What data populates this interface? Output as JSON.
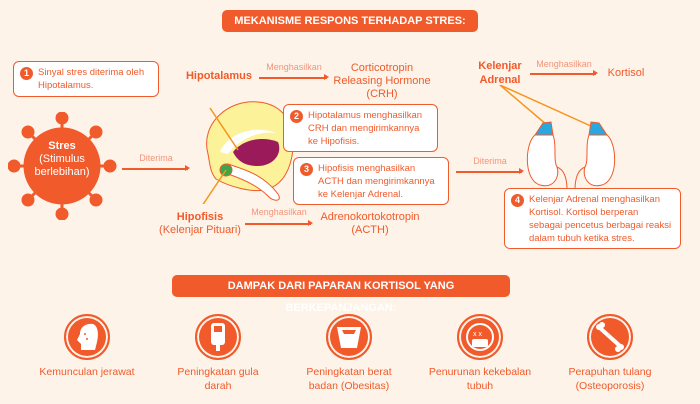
{
  "title": "MEKANISME RESPONS TERHADAP STRES:",
  "steps": [
    {
      "num": "1",
      "text": "Sinyal stres diterima oleh Hipotalamus."
    },
    {
      "num": "2",
      "text": "Hipotalamus menghasilkan CRH dan mengirimkannya ke Hipofisis."
    },
    {
      "num": "3",
      "text": "Hipofisis menghasilkan ACTH dan mengirimkannya ke Kelenjar Adrenal."
    },
    {
      "num": "4",
      "text": "Kelenjar Adrenal menghasilkan Kortisol. Kortisol berperan sebagai pencetus berbagai reaksi dalam tubuh ketika stres."
    }
  ],
  "stress": {
    "title": "Stres",
    "sub": "(Stimulus berlebihan)"
  },
  "received_label": "Diterima",
  "produces_label": "Menghasilkan",
  "hypothalamus": {
    "name": "Hipotalamus",
    "product": "Corticotropin Releasing Hormone (CRH)"
  },
  "pituitary": {
    "name": "Hipofisis",
    "sub": "(Kelenjar Pituari)",
    "product": "Adrenokortokotropin (ACTH)"
  },
  "adrenal": {
    "name": "Kelenjar Adrenal",
    "product": "Kortisol"
  },
  "effects_title": "DAMPAK DARI PAPARAN KORTISOL YANG BERKEPANJANGAN:",
  "effects": [
    {
      "icon": "acne-face-icon",
      "label": "Kemunculan jerawat"
    },
    {
      "icon": "glucose-meter-icon",
      "label": "Peningkatan gula darah"
    },
    {
      "icon": "weight-scale-icon",
      "label": "Peningkatan berat badan (Obesitas)"
    },
    {
      "icon": "sick-face-mask-icon",
      "label": "Penurunan kekebalan tubuh"
    },
    {
      "icon": "bone-icon",
      "label": "Perapuhan tulang (Osteoporosis)"
    }
  ],
  "colors": {
    "accent": "#f15a2b",
    "background": "#fdf3e8"
  }
}
